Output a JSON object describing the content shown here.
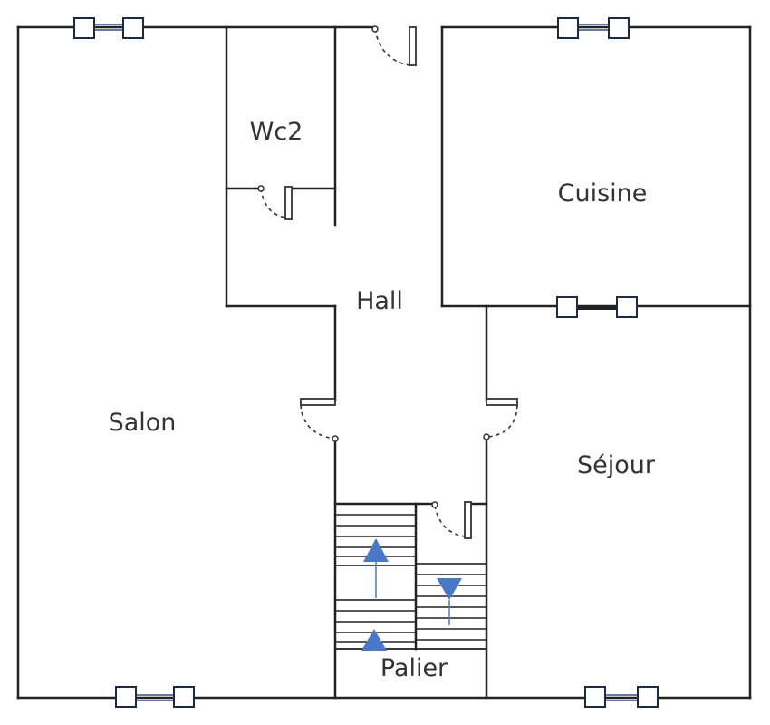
{
  "rooms": {
    "wc2": "Wc2",
    "cuisine": "Cuisine",
    "hall": "Hall",
    "salon": "Salon",
    "sejour": "Séjour",
    "palier": "Palier"
  },
  "colors": {
    "wall": "#222222",
    "window_frame": "#1c2a4a",
    "window_bar": "#6a78a8",
    "stair_arrow": "#4a78c8",
    "label": "#333333"
  },
  "icons": {
    "window": "window-icon",
    "door": "door-icon",
    "stair_up": "stair-up-arrow-icon",
    "stair_down": "stair-down-arrow-icon"
  }
}
